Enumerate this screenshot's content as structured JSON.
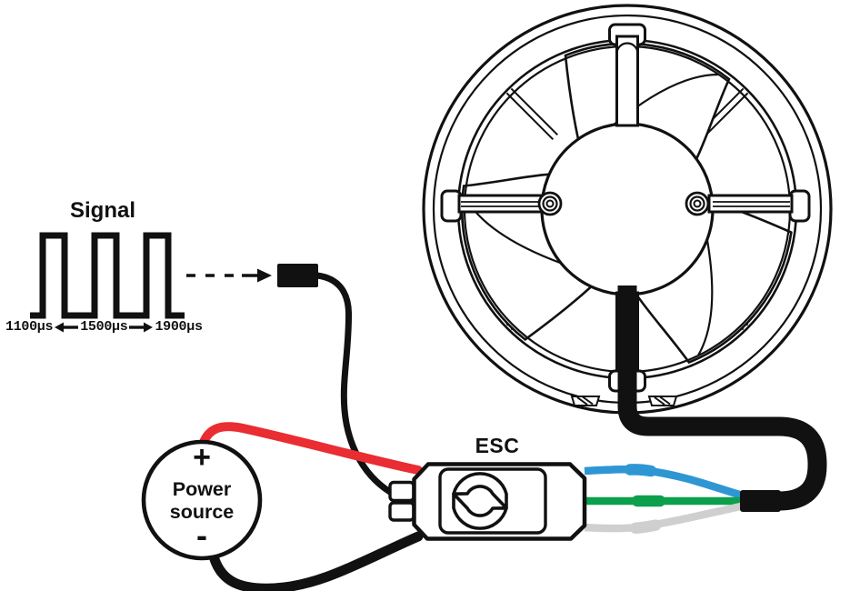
{
  "signal": {
    "title": "Signal",
    "pulse_min": "1100μs",
    "pulse_mid": "1500μs",
    "pulse_max": "1900μs"
  },
  "esc": {
    "label": "ESC"
  },
  "power_source": {
    "positive": "+",
    "name_line1": "Power",
    "name_line2": "source",
    "negative": "-"
  },
  "colors": {
    "line_art": "#111111",
    "wire_red": "#e92d32",
    "wire_black": "#111111",
    "phase_blue": "#2e96d3",
    "phase_green": "#0ca04d",
    "phase_white": "#cfcfcf"
  }
}
